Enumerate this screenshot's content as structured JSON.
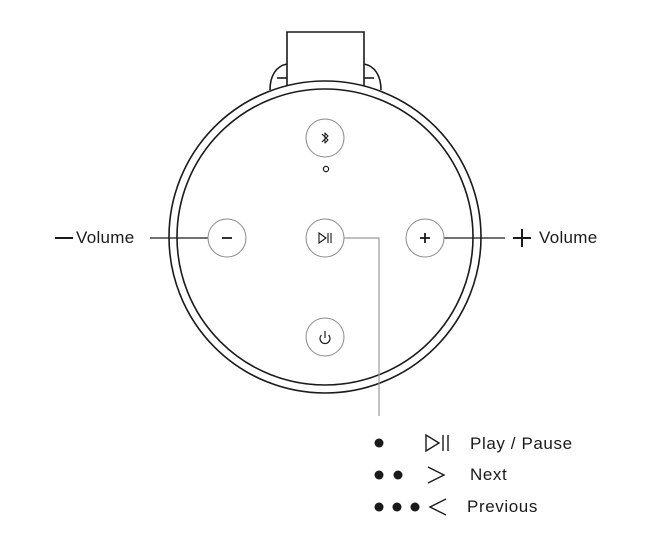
{
  "labels": {
    "volume_down": "Volume",
    "volume_up": "Volume"
  },
  "buttons": [
    {
      "name": "bluetooth-button",
      "icon": "bluetooth-icon"
    },
    {
      "name": "volume-down-button",
      "icon": "minus-icon"
    },
    {
      "name": "play-pause-button",
      "icon": "play-pause-icon"
    },
    {
      "name": "volume-up-button",
      "icon": "plus-icon"
    },
    {
      "name": "power-button",
      "icon": "power-icon"
    }
  ],
  "legend": [
    {
      "presses": 1,
      "icon": "play-pause-icon",
      "label": "Play / Pause"
    },
    {
      "presses": 2,
      "icon": "greater-than-icon",
      "label": "Next"
    },
    {
      "presses": 3,
      "icon": "less-than-icon",
      "label": "Previous"
    }
  ],
  "colors": {
    "line": "#1a1a1a",
    "button_outline": "#8a8a8a",
    "leader": "#9a9a9a"
  }
}
